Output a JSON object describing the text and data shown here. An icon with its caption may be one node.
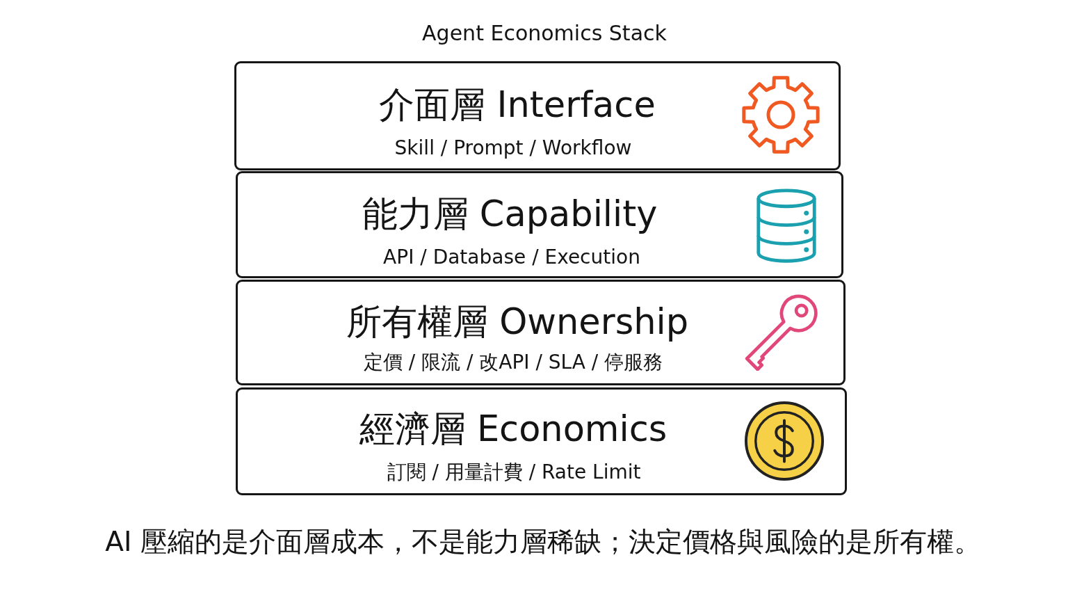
{
  "diagram": {
    "title": "Agent Economics Stack",
    "nodes": [
      {
        "text": [
          "介面層 Interface",
          "Skill / Prompt / Workflow"
        ]
      },
      {
        "text": [
          "能力層 Capability",
          "API / Database / Execution"
        ]
      },
      {
        "text": [
          "所有權層 Ownership",
          "定價 / 限流 / 改API / SLA / 停服務"
        ]
      },
      {
        "text": [
          "經濟層 Economics",
          "訂閱 / 用量計費 / Rate Limit"
        ]
      }
    ],
    "caption": "AI 壓縮的是介面層成本，不是能力層稀缺；決定價格與風險的是所有權。"
  }
}
